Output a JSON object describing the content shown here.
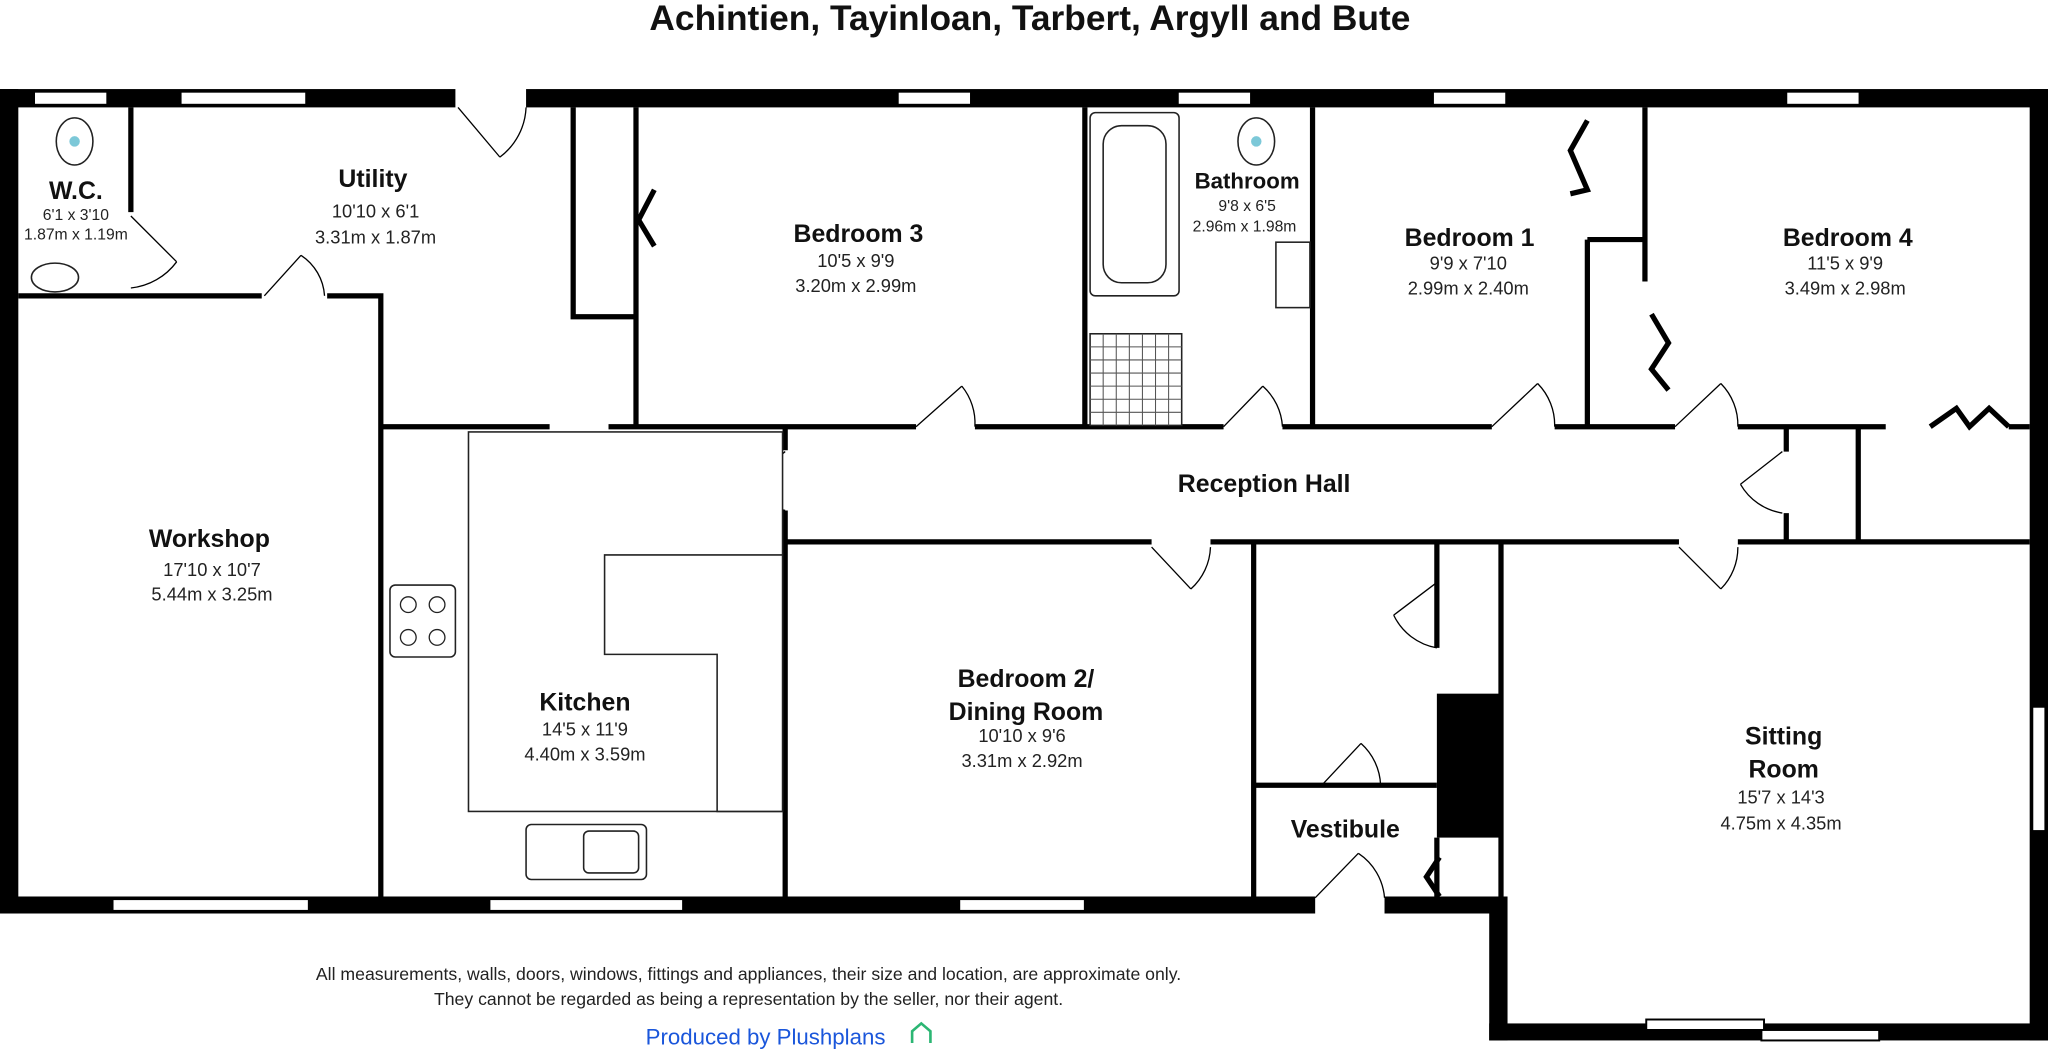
{
  "title": "Achintien, Tayinloan, Tarbert, Argyll and Bute",
  "rooms": {
    "wc": {
      "name": "W.C.",
      "imperial": "6'1 x 3'10",
      "metric": "1.87m x 1.19m"
    },
    "utility": {
      "name": "Utility",
      "imperial": "10'10 x 6'1",
      "metric": "3.31m x 1.87m"
    },
    "bedroom3": {
      "name": "Bedroom 3",
      "imperial": "10'5 x 9'9",
      "metric": "3.20m x 2.99m"
    },
    "bathroom": {
      "name": "Bathroom",
      "imperial": "9'8 x 6'5",
      "metric": "2.96m x 1.98m"
    },
    "bedroom1": {
      "name": "Bedroom 1",
      "imperial": "9'9 x 7'10",
      "metric": "2.99m x 2.40m"
    },
    "bedroom4": {
      "name": "Bedroom 4",
      "imperial": "11'5 x 9'9",
      "metric": "3.49m x 2.98m"
    },
    "reception_hall": {
      "name": "Reception Hall"
    },
    "workshop": {
      "name": "Workshop",
      "imperial": "17'10 x 10'7",
      "metric": "5.44m x 3.25m"
    },
    "kitchen": {
      "name": "Kitchen",
      "imperial": "14'5 x 11'9",
      "metric": "4.40m x 3.59m"
    },
    "bedroom2": {
      "name_line1": "Bedroom 2/",
      "name_line2": "Dining Room",
      "imperial": "10'10 x 9'6",
      "metric": "3.31m x 2.92m"
    },
    "vestibule": {
      "name": "Vestibule"
    },
    "sitting_room": {
      "name_line1": "Sitting",
      "name_line2": "Room",
      "imperial": "15'7 x 14'3",
      "metric": "4.75m x 4.35m"
    }
  },
  "footer": {
    "disclaimer_line1": "All measurements, walls, doors, windows, fittings and appliances, their size and location, are approximate only.",
    "disclaimer_line2": "They cannot be regarded as being a representation by the seller, nor their agent.",
    "produced_by": "Produced by Plushplans"
  },
  "colors": {
    "brand": "#1a56db",
    "brand_icon": "#2bb673",
    "wall": "#000000"
  }
}
